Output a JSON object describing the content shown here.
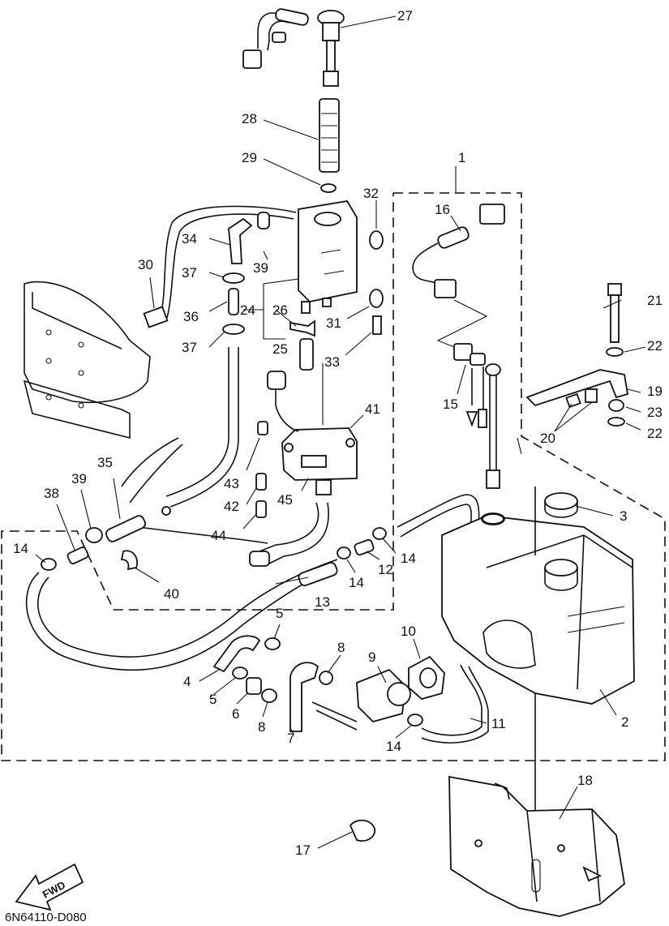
{
  "diagram": {
    "drawing_code": "6N64110-D080",
    "direction_arrow": "FWD",
    "callouts": [
      "1",
      "2",
      "3",
      "4",
      "5",
      "5",
      "6",
      "7",
      "8",
      "8",
      "9",
      "10",
      "11",
      "12",
      "13",
      "14",
      "14",
      "14",
      "14",
      "15",
      "16",
      "17",
      "18",
      "19",
      "20",
      "21",
      "22",
      "22",
      "23",
      "24",
      "25",
      "26",
      "27",
      "28",
      "29",
      "30",
      "31",
      "32",
      "33",
      "34",
      "35",
      "36",
      "37",
      "37",
      "38",
      "39",
      "39",
      "40",
      "41",
      "42",
      "43",
      "44",
      "45"
    ]
  }
}
